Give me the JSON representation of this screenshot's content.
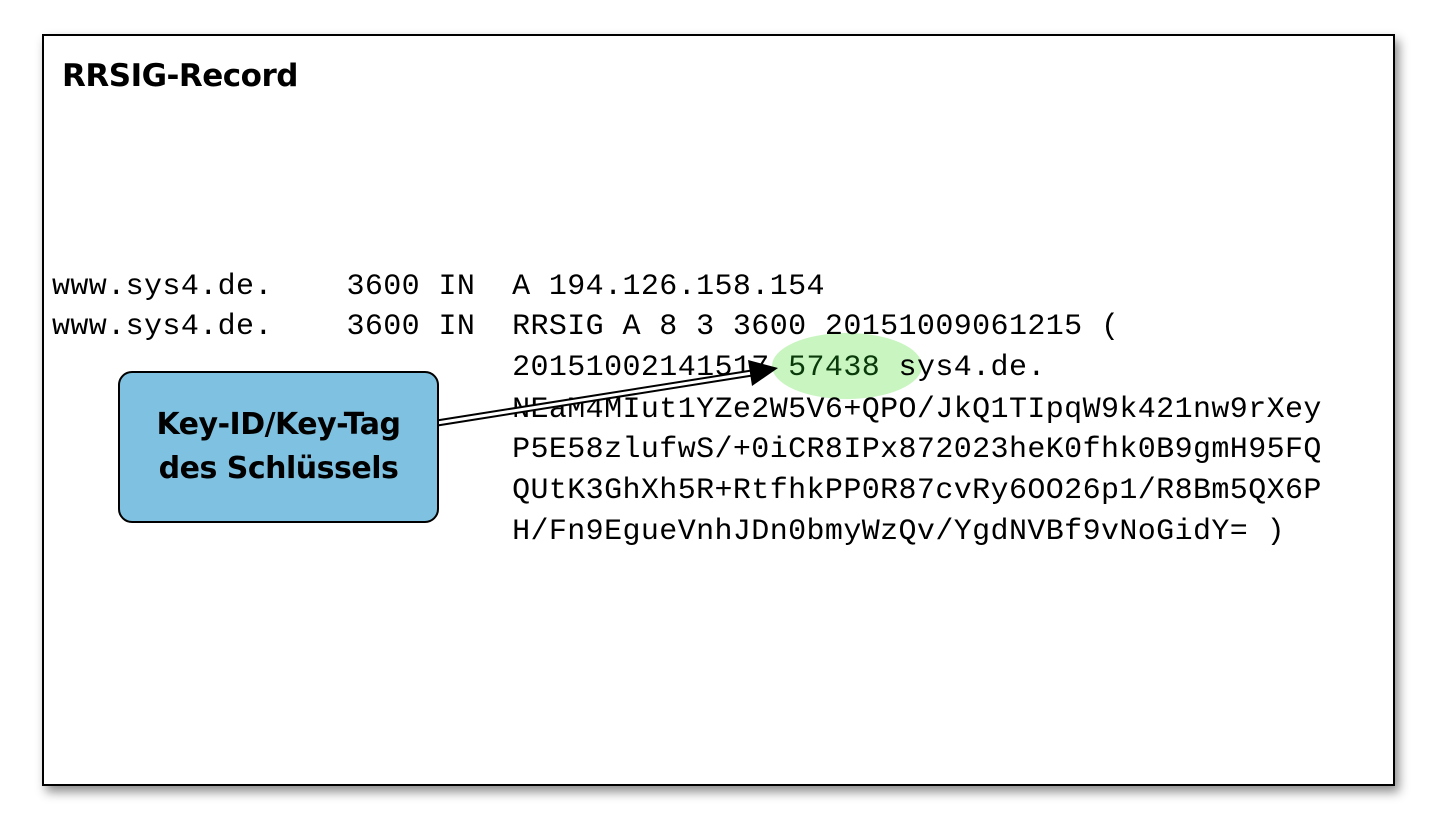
{
  "title": "RRSIG-Record",
  "record_lines": [
    "www.sys4.de.    3600 IN  A 194.126.158.154",
    "www.sys4.de.    3600 IN  RRSIG A 8 3 3600 20151009061215 ("
  ],
  "line3": {
    "prefix": "                         20151002141517 ",
    "key_tag": "57438",
    "suffix": " sys4.de."
  },
  "signature_lines": [
    "                         NEaM4MIut1YZe2W5V6+QPO/JkQ1TIpqW9k421nw9rXey",
    "                         P5E58zlufwS/+0iCR8IPx872023heK0fhk0B9gmH95FQ",
    "                         QUtK3GhXh5R+RtfhkPP0R87cvRy6OO26p1/R8Bm5QX6P",
    "                         H/Fn9EgueVnhJDn0bmyWzQv/YgdNVBf9vNoGidY= )"
  ],
  "callout": {
    "line1": "Key-ID/Key-Tag",
    "line2": "des Schlüssels"
  },
  "colors": {
    "callout_fill": "#7fc1e0",
    "highlight_fill": "#c8f5c0"
  }
}
